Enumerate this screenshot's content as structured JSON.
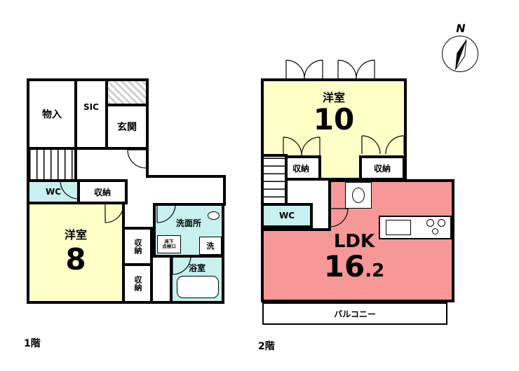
{
  "compass": {
    "label": "N"
  },
  "floor1": {
    "label": "1階",
    "rooms": {
      "monoire": "物入",
      "sic": "SIC",
      "genkan": "玄関",
      "wc": "WC",
      "shuno_a": "収納",
      "yoshitsu_name": "洋室",
      "yoshitsu_size": "8",
      "shuno_b": "収納",
      "shuno_c": "収納",
      "senmenjo": "洗面所",
      "yukashita": "床下\n点検口",
      "sentaku": "洗",
      "yokushitsu": "浴室"
    }
  },
  "floor2": {
    "label": "2階",
    "rooms": {
      "yoshitsu_name": "洋室",
      "yoshitsu_size": "10",
      "shuno_a": "収納",
      "shuno_b": "収納",
      "wc": "WC",
      "ldk_name": "LDK",
      "ldk_size_main": "16",
      "ldk_size_sub": ".2",
      "balcony": "バルコニー"
    }
  },
  "colors": {
    "yellow": "#FFFFC8",
    "cyan": "#C8F0EE",
    "pink": "#F69897",
    "wall": "#000000",
    "hatch": "#CFCFCF"
  }
}
